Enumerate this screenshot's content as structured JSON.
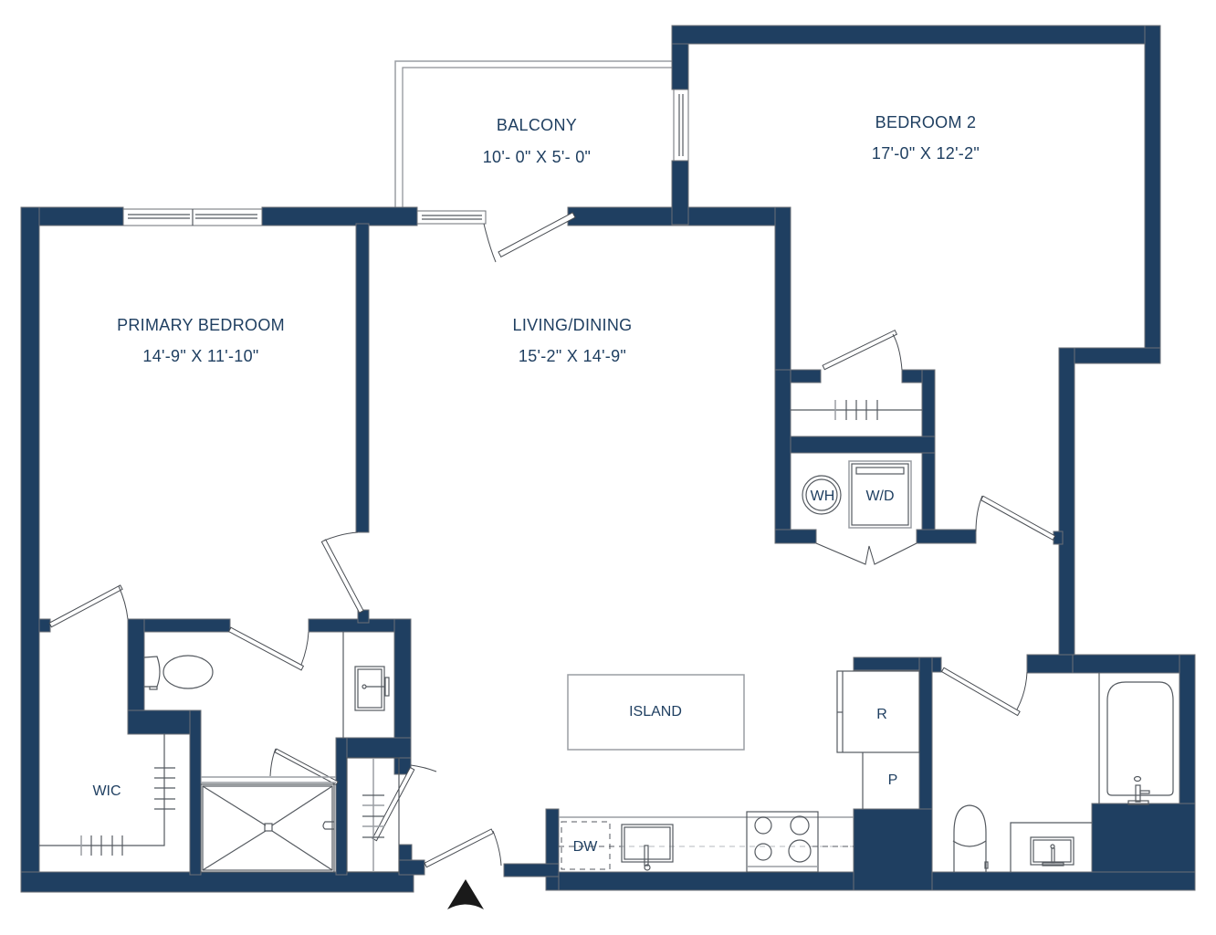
{
  "plan": {
    "type": "apartment floor plan",
    "wall_color": "#1f3f61",
    "label_color": "#1f3f61",
    "rooms": [
      {
        "id": "balcony",
        "name": "BALCONY",
        "dimensions": "10'- 0\" X 5'- 0\""
      },
      {
        "id": "bedroom-2",
        "name": "BEDROOM 2",
        "dimensions": "17'-0\" X 12'-2\""
      },
      {
        "id": "primary-bedroom",
        "name": "PRIMARY BEDROOM",
        "dimensions": "14'-9\" X 11'-10\""
      },
      {
        "id": "living-dining",
        "name": "LIVING/DINING",
        "dimensions": "15'-2\" X 14'-9\""
      }
    ],
    "fixtures": {
      "water_heater": "WH",
      "washer_dryer": "W/D",
      "island": "ISLAND",
      "refrigerator": "R",
      "pantry": "P",
      "dishwasher": "DW",
      "walk_in_closet": "WIC"
    },
    "compass": {
      "icon": "north-arrow-icon",
      "direction": "north"
    }
  }
}
